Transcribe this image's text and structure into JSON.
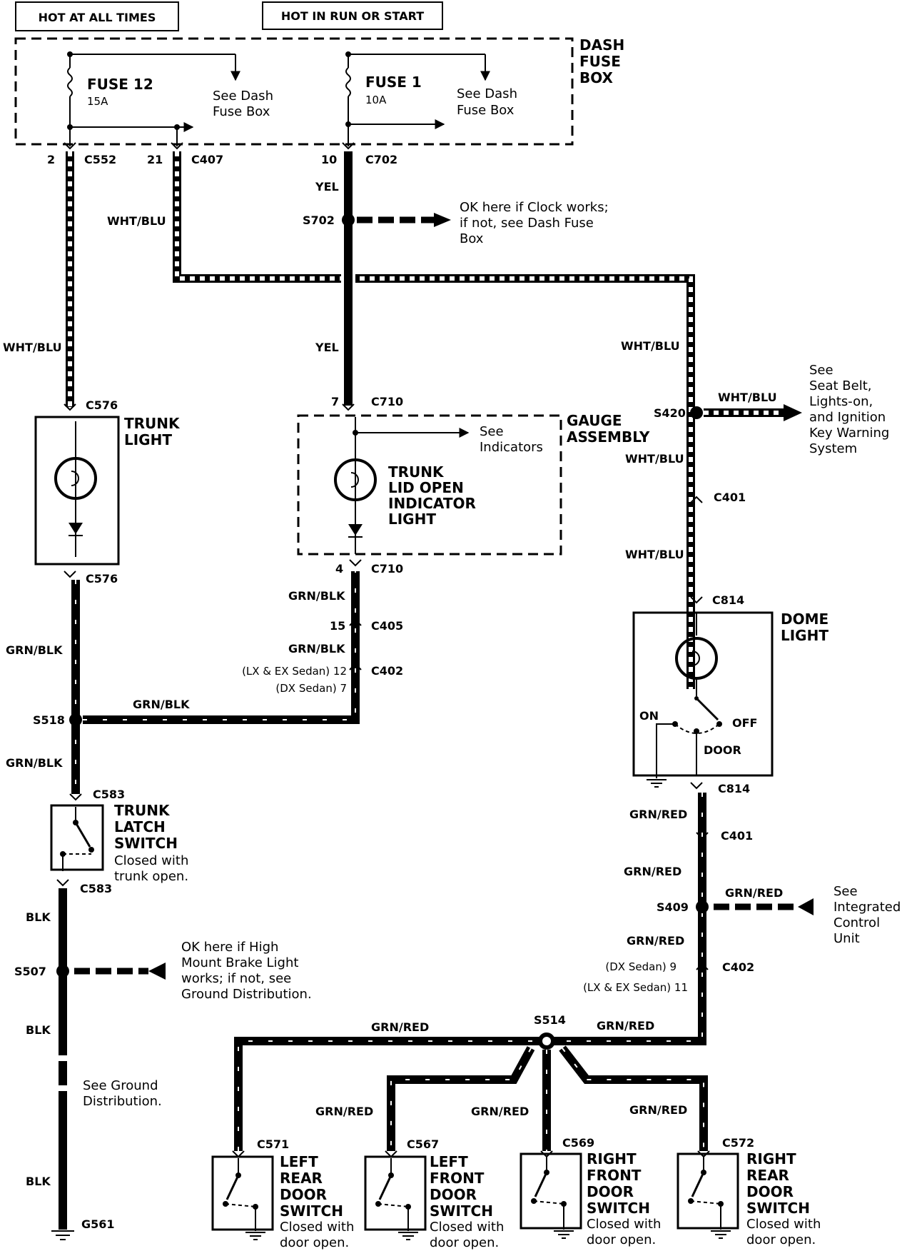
{
  "headers": {
    "hot_all_times": "HOT AT ALL TIMES",
    "hot_run_start": "HOT IN RUN OR START"
  },
  "dash_fuse_box": {
    "line1": "DASH",
    "line2": "FUSE",
    "line3": "BOX"
  },
  "fuse12": {
    "name": "FUSE 12",
    "rating": "15A",
    "see1": "See Dash",
    "see2": "Fuse Box"
  },
  "fuse1": {
    "name": "FUSE 1",
    "rating": "10A",
    "see1": "See Dash",
    "see2": "Fuse Box"
  },
  "connectors": {
    "c552": "C552",
    "c552_pin": "2",
    "c407": "C407",
    "c407_pin": "21",
    "c702": "C702",
    "c702_pin": "10",
    "c576_top": "C576",
    "c576_bot": "C576",
    "c710_top": "C710",
    "c710_top_pin": "7",
    "c710_bot": "C710",
    "c710_bot_pin": "4",
    "c405": "C405",
    "c405_pin": "15",
    "c402_left": "C402",
    "c402_left_lx": "(LX & EX Sedan)  12",
    "c402_left_dx": "(DX Sedan)  7",
    "c401_top": "C401",
    "c814_top": "C814",
    "c814_bot": "C814",
    "c401_bot": "C401",
    "c402_right": "C402",
    "c402_right_dx": "(DX Sedan)  9",
    "c402_right_lx": "(LX & EX Sedan)  11",
    "c583_top": "C583",
    "c583_bot": "C583",
    "c571": "C571",
    "c567": "C567",
    "c569": "C569",
    "c572": "C572",
    "g561": "G561"
  },
  "splices": {
    "s702": "S702",
    "s420": "S420",
    "s518": "S518",
    "s507": "S507",
    "s409": "S409",
    "s514": "S514"
  },
  "wires": {
    "yel": "YEL",
    "wht_blu": "WHT/BLU",
    "grn_blk": "GRN/BLK",
    "grn_red": "GRN/RED",
    "blk": "BLK"
  },
  "notes": {
    "clock1": "OK here if Clock works;",
    "clock2": "if not, see Dash Fuse",
    "clock3": "Box",
    "seat1": "See",
    "seat2": "Seat Belt,",
    "seat3": "Lights-on,",
    "seat4": "and Ignition",
    "seat5": "Key Warning",
    "seat6": "System",
    "ind1": "See",
    "ind2": "Indicators",
    "icu1": "See",
    "icu2": "Integrated",
    "icu3": "Control",
    "icu4": "Unit",
    "brake1": "OK here if High",
    "brake2": "Mount Brake Light",
    "brake3": "works; if not, see",
    "brake4": "Ground Distribution.",
    "ground1": "See Ground",
    "ground2": "Distribution."
  },
  "components": {
    "trunk_light1": "TRUNK",
    "trunk_light2": "LIGHT",
    "gauge1": "GAUGE",
    "gauge2": "ASSEMBLY",
    "tlo1": "TRUNK",
    "tlo2": "LID OPEN",
    "tlo3": "INDICATOR",
    "tlo4": "LIGHT",
    "dome1": "DOME",
    "dome2": "LIGHT",
    "dome_on": "ON",
    "dome_off": "OFF",
    "dome_door": "DOOR",
    "latch1": "TRUNK",
    "latch2": "LATCH",
    "latch3": "SWITCH",
    "latch4": "Closed with",
    "latch5": "trunk open.",
    "lr1": "LEFT",
    "lr2": "REAR",
    "lr3": "DOOR",
    "lr4": "SWITCH",
    "lf1": "LEFT",
    "lf2": "FRONT",
    "lf3": "DOOR",
    "lf4": "SWITCH",
    "rf1": "RIGHT",
    "rf2": "FRONT",
    "rf3": "DOOR",
    "rf4": "SWITCH",
    "rr1": "RIGHT",
    "rr2": "REAR",
    "rr3": "DOOR",
    "rr4": "SWITCH",
    "door_closed1": "Closed with",
    "door_closed2": "door open."
  }
}
